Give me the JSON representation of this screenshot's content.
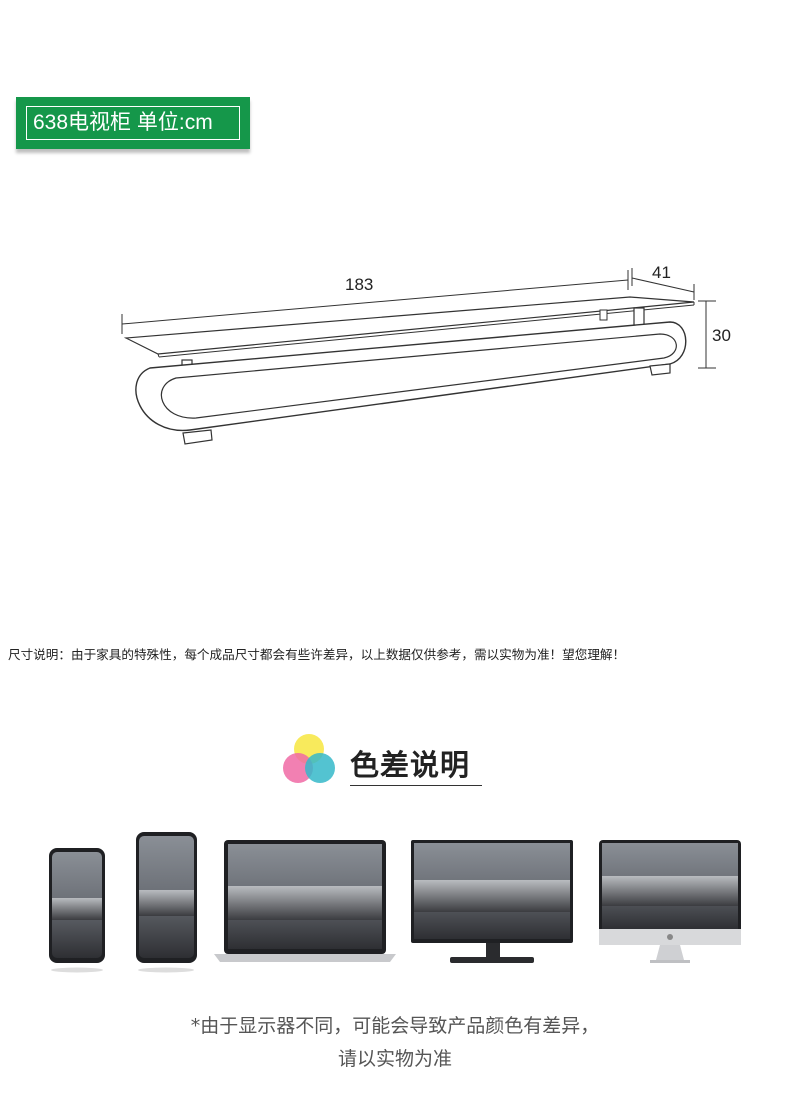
{
  "badge": {
    "label": "638电视柜 单位:cm"
  },
  "dimensions": {
    "length": "183",
    "depth": "41",
    "height": "30"
  },
  "note": "尺寸说明：由于家具的特殊性，每个成品尺寸都会有些许差异，以上数据仅供参考，需以实物为准！望您理解！",
  "color_section": {
    "title": "色差说明",
    "icon": "rgb-circles-icon"
  },
  "footer": {
    "line1": "*由于显示器不同，可能会导致产品颜色有差异，",
    "line2": "请以实物为准"
  },
  "colors": {
    "badge_green": "#15974a",
    "circle_yellow": "#f7e84a",
    "circle_pink": "#f06aa5",
    "circle_teal": "#35b9c9"
  },
  "devices": [
    "phone-small",
    "phone-large",
    "laptop",
    "monitor",
    "imac"
  ]
}
